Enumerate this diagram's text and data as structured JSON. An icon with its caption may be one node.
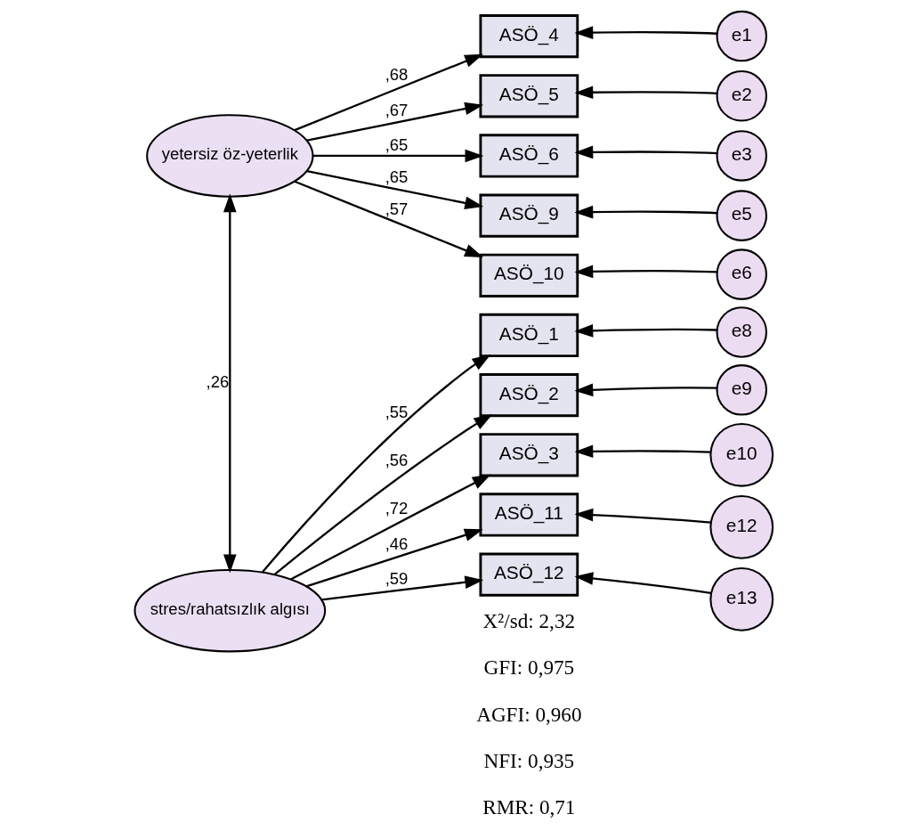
{
  "diagram": {
    "nodes": [
      {
        "text": [
          "yetersiz öz-yeterlik"
        ]
      },
      {
        "text": [
          "stres/rahatsızlık algısı"
        ]
      },
      {
        "text": [
          "ASÖ_4"
        ]
      },
      {
        "text": [
          "ASÖ_5"
        ]
      },
      {
        "text": [
          "ASÖ_6"
        ]
      },
      {
        "text": [
          "ASÖ_9"
        ]
      },
      {
        "text": [
          "ASÖ_10"
        ]
      },
      {
        "text": [
          "ASÖ_1"
        ]
      },
      {
        "text": [
          "ASÖ_2"
        ]
      },
      {
        "text": [
          "ASÖ_3"
        ]
      },
      {
        "text": [
          "ASÖ_11"
        ]
      },
      {
        "text": [
          "ASÖ_12"
        ]
      },
      {
        "text": [
          "e1"
        ]
      },
      {
        "text": [
          "e2"
        ]
      },
      {
        "text": [
          "e3"
        ]
      },
      {
        "text": [
          "e5"
        ]
      },
      {
        "text": [
          "e6"
        ]
      },
      {
        "text": [
          "e8"
        ]
      },
      {
        "text": [
          "e9"
        ]
      },
      {
        "text": [
          "e10"
        ]
      },
      {
        "text": [
          "e12"
        ]
      },
      {
        "text": [
          "e13"
        ]
      }
    ],
    "edges": [
      {
        "from": 0,
        "to": 1,
        "arrow": "both",
        "label": ",26"
      },
      {
        "from": 0,
        "to": 2,
        "arrow": "to",
        "label": ",68"
      },
      {
        "from": 0,
        "to": 3,
        "arrow": "to",
        "label": ",67"
      },
      {
        "from": 0,
        "to": 4,
        "arrow": "to",
        "label": ",65"
      },
      {
        "from": 0,
        "to": 5,
        "arrow": "to",
        "label": ",65"
      },
      {
        "from": 0,
        "to": 6,
        "arrow": "to",
        "label": ",57"
      },
      {
        "from": 1,
        "to": 7,
        "arrow": "to",
        "label": ",55"
      },
      {
        "from": 1,
        "to": 8,
        "arrow": "to",
        "label": ",56"
      },
      {
        "from": 1,
        "to": 9,
        "arrow": "to",
        "label": ",72"
      },
      {
        "from": 1,
        "to": 10,
        "arrow": "to",
        "label": ",46"
      },
      {
        "from": 1,
        "to": 11,
        "arrow": "to",
        "label": ",59"
      },
      {
        "from": 12,
        "to": 2,
        "arrow": "to"
      },
      {
        "from": 13,
        "to": 3,
        "arrow": "to"
      },
      {
        "from": 14,
        "to": 4,
        "arrow": "to"
      },
      {
        "from": 15,
        "to": 5,
        "arrow": "to"
      },
      {
        "from": 16,
        "to": 6,
        "arrow": "to"
      },
      {
        "from": 17,
        "to": 7,
        "arrow": "to"
      },
      {
        "from": 18,
        "to": 8,
        "arrow": "to"
      },
      {
        "from": 19,
        "to": 9,
        "arrow": "to"
      },
      {
        "from": 20,
        "to": 10,
        "arrow": "to"
      },
      {
        "from": 21,
        "to": 11,
        "arrow": "to"
      }
    ],
    "labels": [
      "X²/sd: 2,32",
      "GFI: 0,975",
      "AGFI: 0,960",
      "NFI: 0,935",
      "RMR: 0,71"
    ]
  }
}
